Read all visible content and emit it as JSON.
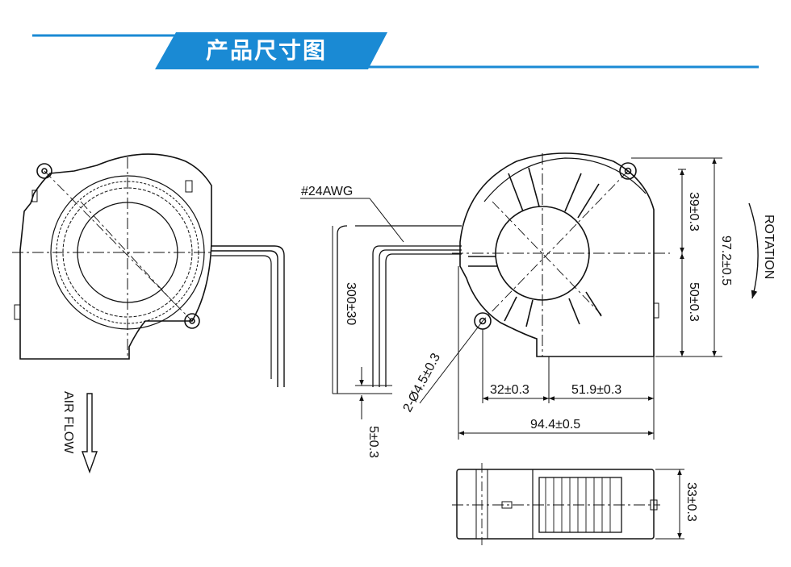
{
  "header": {
    "title": "产品尺寸图",
    "accent_color": "#1a8ad4"
  },
  "labels": {
    "wire_gauge": "#24AWG",
    "air_flow": "AIR FLOW",
    "rotation": "ROTATION",
    "wire_length": "300±30",
    "wire_strip": "5±0.3",
    "hole_dia": "2-Ø4.5±0.3",
    "dim_32": "32±0.3",
    "dim_51_9": "51.9±0.3",
    "dim_94_4": "94.4±0.5",
    "dim_39": "39±0.3",
    "dim_50": "50±0.3",
    "dim_97_2": "97.2±0.5",
    "dim_33": "33±0.3"
  }
}
